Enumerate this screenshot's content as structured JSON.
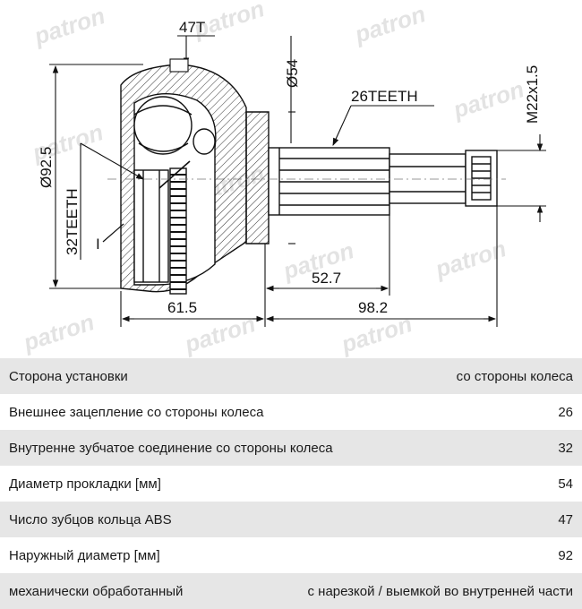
{
  "watermark": "patron",
  "drawing": {
    "label_abs_teeth": "47T",
    "label_dia_54": "Ø54",
    "label_outer_teeth": "26TEETH",
    "label_thread": "M22x1.5",
    "label_dia_92": "Ø92.5",
    "label_inner_teeth": "32TEETH",
    "label_section": "I",
    "label_len_52": "52.7",
    "label_len_61": "61.5",
    "label_len_98": "98.2"
  },
  "specs": [
    {
      "label": "Сторона установки",
      "value": "со стороны колеса"
    },
    {
      "label": "Внешнее зацепление со стороны колеса",
      "value": "26"
    },
    {
      "label": "Внутренне зубчатое соединение со стороны колеса",
      "value": "32"
    },
    {
      "label": "Диаметр прокладки [мм]",
      "value": "54"
    },
    {
      "label": "Число зубцов кольца ABS",
      "value": "47"
    },
    {
      "label": "Наружный диаметр [мм]",
      "value": "92"
    },
    {
      "label": "механически обработанный",
      "value": "с нарезкой / выемкой во внутренней части"
    }
  ]
}
